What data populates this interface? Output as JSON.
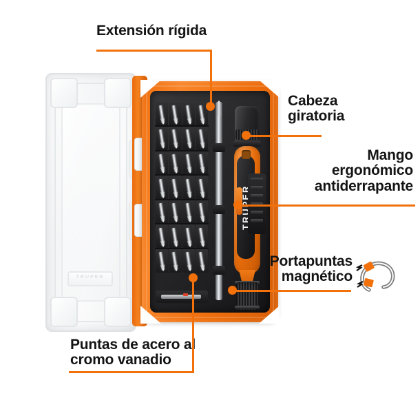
{
  "product": {
    "brand": "TRUPER",
    "lid_emboss": "TRUPER",
    "case_color": "#f2710b",
    "accent_color": "#f2710b",
    "text_color": "#141414"
  },
  "callouts": [
    {
      "id": "extension",
      "label": "Extensión rígida",
      "anchor": "extension-bar"
    },
    {
      "id": "cabeza",
      "label": "Cabeza\ngiratoria",
      "anchor": "driver-head"
    },
    {
      "id": "mango",
      "label": "Mango\nergonómico\nantiderrapante",
      "anchor": "driver-grip"
    },
    {
      "id": "portapuntas",
      "label": "Portapuntas\nmagnético",
      "anchor": "driver-chuck",
      "icon": "magnet-icon"
    },
    {
      "id": "puntas",
      "label": "Puntas de acero al\ncromo vanadio",
      "anchor": "bit-grid"
    }
  ],
  "magnet_icon": {
    "name": "magnet-icon",
    "body_color": "#7d7d7d",
    "pole_color": "#f2710b",
    "spark_color": "#111111"
  }
}
